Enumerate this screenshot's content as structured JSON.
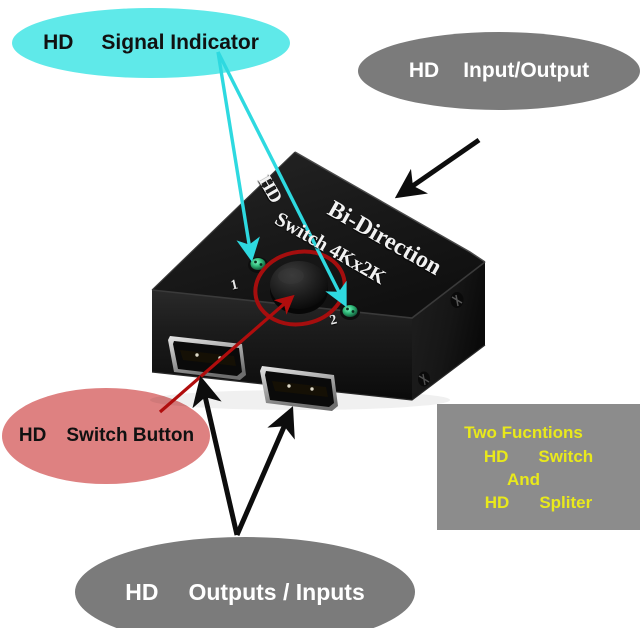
{
  "page": {
    "background_color": "#ffffff",
    "subject": "HDMI bi-directional switch splitter product annotation diagram"
  },
  "callouts": [
    {
      "id": "signal-indicator",
      "hd": "HD",
      "label": "Signal Indicator",
      "shape": "ellipse",
      "fill": "#5FE9E9",
      "text_color": "#111111"
    },
    {
      "id": "input-output",
      "hd": "HD",
      "label": "Input/Output",
      "shape": "ellipse",
      "fill": "#7b7b7b",
      "text_color": "#ffffff"
    },
    {
      "id": "switch-button",
      "hd": "HD",
      "label": "Switch Button",
      "shape": "ellipse",
      "fill": "#DE8181",
      "text_color": "#111111"
    },
    {
      "id": "outputs-inputs",
      "hd": "HD",
      "label": "Outputs / Inputs",
      "shape": "ellipse",
      "fill": "#7b7b7b",
      "text_color": "#ffffff"
    }
  ],
  "two_functions_panel": {
    "background": "#8c8c8c",
    "text_color": "#e9e91b",
    "lines": [
      {
        "a": "Two Fucntions",
        "b": ""
      },
      {
        "a": "HD",
        "b": "Switch"
      },
      {
        "a": "And",
        "b": ""
      },
      {
        "a": "HD",
        "b": "Spliter"
      }
    ]
  },
  "device": {
    "body_color": "#1a1a1a",
    "brand_line_1": "HD",
    "brand_line_2": "Bi-Direction",
    "brand_line_3": "Switch  4Kx2K",
    "led_1_label": "1",
    "led_2_label": "2",
    "led_color": "#27b36b",
    "button_label": "",
    "port_count": 2,
    "port_trim_color": "#c8c8c8"
  },
  "annotations": {
    "cyan_arrow_color": "#2ED9E0",
    "black_arrow_color": "#0d0d0d",
    "red_arrow_color": "#b00d0d",
    "red_circle_color": "#a50e0e"
  }
}
